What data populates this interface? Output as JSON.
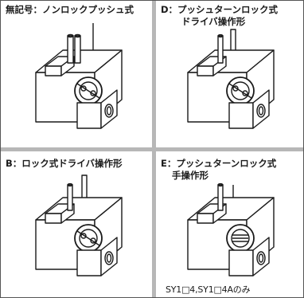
{
  "panels": [
    {
      "id": "non-lock",
      "title_lines": [
        "無記号：ノンロックプッシュ式"
      ],
      "tool": "none"
    },
    {
      "id": "D",
      "title_lines": [
        "D：プッシュターンロック式",
        "ドライバ操作形"
      ],
      "tool": "screwdriver"
    },
    {
      "id": "B",
      "title_lines": [
        "B：ロック式ドライバ操作形"
      ],
      "tool": "screwdriver"
    },
    {
      "id": "E",
      "title_lines": [
        "E：プッシュターンロック式",
        "手操作形"
      ],
      "tool": "finger"
    }
  ],
  "note": "SY1□4,SY1□4Aのみ",
  "colors": {
    "line": "#1a1a1a",
    "divider": "#b7b7b7",
    "frame": "#555555"
  }
}
